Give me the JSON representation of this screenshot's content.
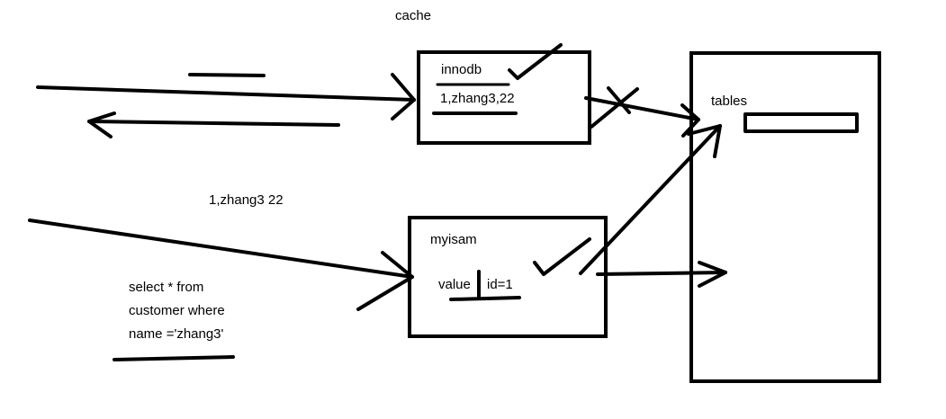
{
  "labels": {
    "cache": "cache",
    "innodb": "innodb",
    "innodb_row": "1,zhang3,22",
    "tables": "tables",
    "myisam": "myisam",
    "value": "value",
    "id_eq": "id=1",
    "data_row": "1,zhang3 22",
    "query_line1": "select * from",
    "query_line2": "customer where",
    "query_line3": "name ='zhang3'"
  }
}
